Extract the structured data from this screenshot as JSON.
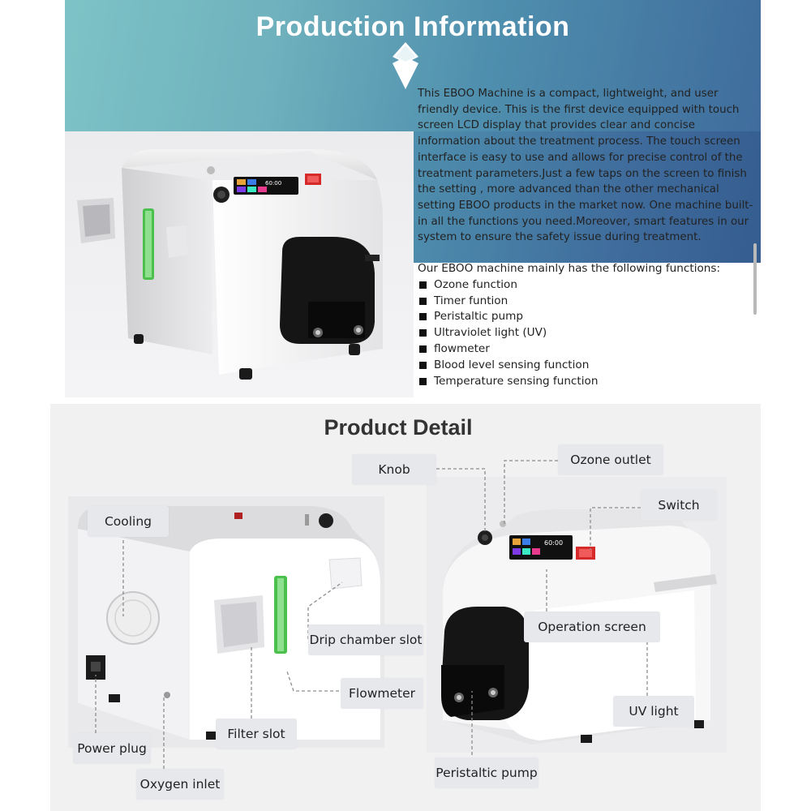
{
  "production": {
    "title": "Production Information",
    "intro": "This EBOO Machine is a compact, lightweight, and user friendly device. This is the first device equipped with touch screen LCD display that provides clear and concise information about the treatment process. The touch screen interface is easy to use and allows for precise control of the treatment parameters.Just a few taps on the screen to finish the setting , more advanced than the other mechanical setting EBOO products in the market now. One machine built-in all the functions you need.Moreover, smart features in our system to ensure the safety issue during treatment.",
    "functions_intro": "Our EBOO machine mainly has the following functions:",
    "functions": [
      "Ozone function",
      "Timer funtion",
      "Peristaltic pump",
      "Ultraviolet light (UV)",
      "flowmeter",
      "Blood level sensing function",
      "Temperature sensing function"
    ],
    "screen_time": "60:00"
  },
  "detail": {
    "title": "Product Detail",
    "screen_time": "60:00",
    "labels": {
      "knob": "Knob",
      "ozone_outlet": "Ozone outlet",
      "switch": "Switch",
      "cooling": "Cooling",
      "drip_chamber_slot": "Drip chamber slot",
      "operation_screen": "Operation screen",
      "flowmeter": "Flowmeter",
      "uv_light": "UV light",
      "filter_slot": "Filter slot",
      "power_plug": "Power plug",
      "oxygen_inlet": "Oxygen inlet",
      "peristaltic_pump": "Peristaltic pump"
    }
  },
  "colors": {
    "banner_light": "#7dc3c6",
    "banner_dark": "#3f6c9c",
    "flowmeter_green": "#4cc04c",
    "switch_red": "#d62a2a",
    "pump_black": "#151515"
  }
}
